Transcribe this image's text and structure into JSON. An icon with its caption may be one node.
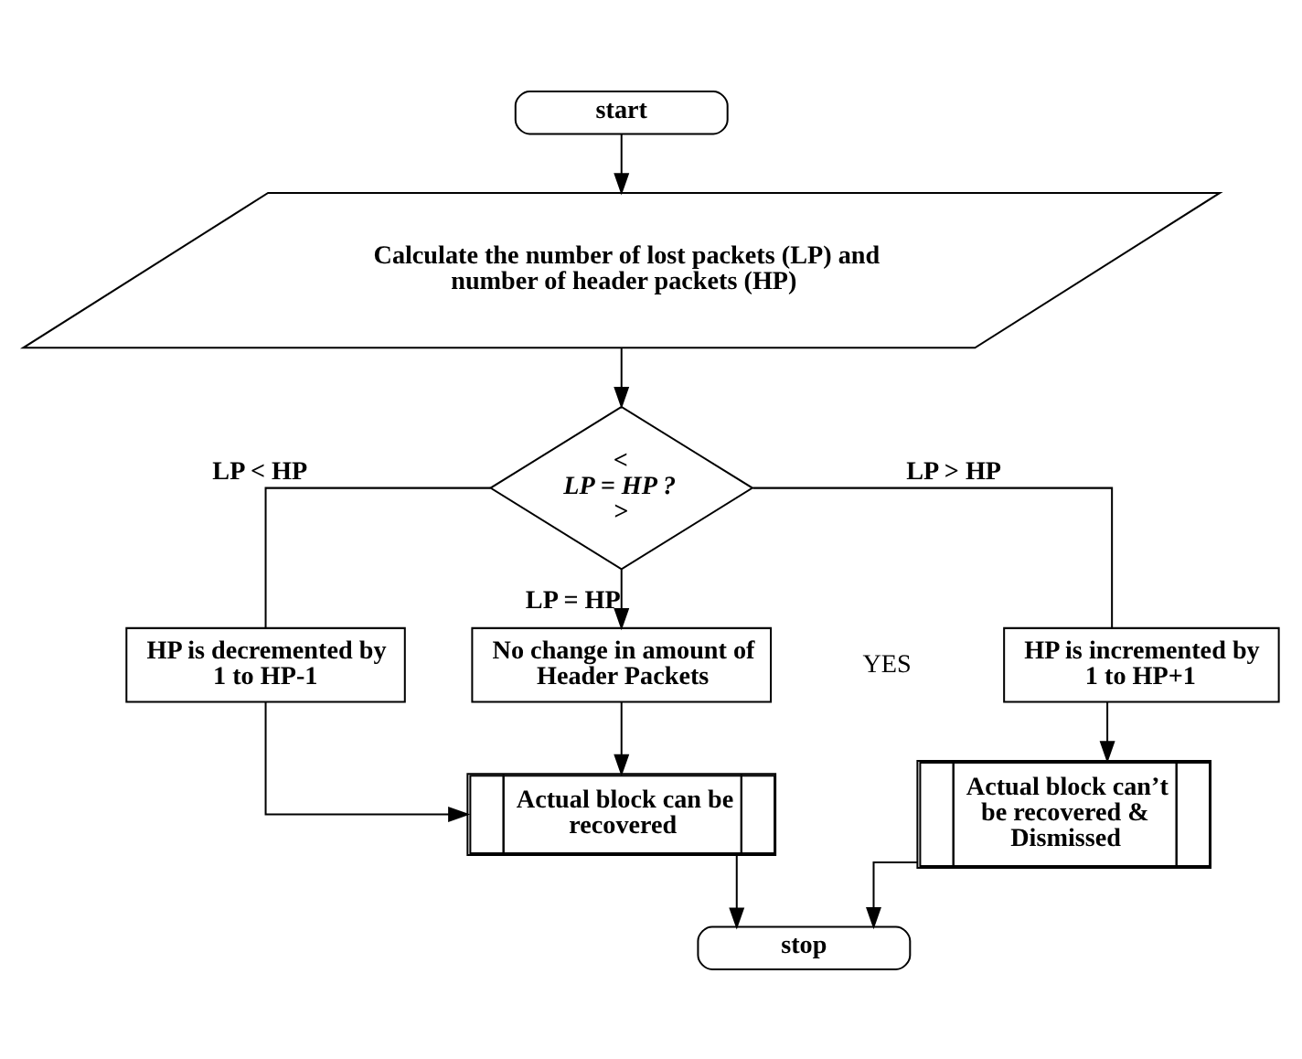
{
  "diagram": {
    "nodes": [
      {
        "text": [
          "start"
        ]
      },
      {
        "text": [
          "Calculate the number of lost packets (LP) and number of header packets (HP)"
        ]
      },
      {
        "text": [
          "<",
          "LP = HP ?",
          ">"
        ]
      },
      {
        "text": [
          "HP is decremented by 1 to HP-1"
        ]
      },
      {
        "text": [
          "HP is incremented by 1 to HP+1"
        ]
      },
      {
        "text": [
          "No change in amount of Header Packets"
        ]
      },
      {
        "text": [
          "Actual block can be recovered"
        ]
      },
      {
        "text": [
          "Actual block can’t be recovered & Dismissed"
        ]
      },
      {
        "text": [
          "stop"
        ]
      }
    ],
    "edges": [
      {
        "from": 0,
        "to": 1,
        "arrow": "to"
      },
      {
        "from": 1,
        "to": 2,
        "arrow": "to"
      },
      {
        "from": 2,
        "to": 3,
        "arrow": "none",
        "label": "LP < HP"
      },
      {
        "from": 2,
        "to": 5,
        "arrow": "to",
        "label": "LP = HP"
      },
      {
        "from": 2,
        "to": 4,
        "arrow": "none",
        "label": "LP > HP"
      },
      {
        "from": 3,
        "to": 6,
        "arrow": "to"
      },
      {
        "from": 5,
        "to": 6,
        "arrow": "to"
      },
      {
        "from": 4,
        "to": 7,
        "arrow": "to"
      },
      {
        "from": 6,
        "to": 8,
        "arrow": "to"
      },
      {
        "from": 7,
        "to": 8,
        "arrow": "to"
      }
    ],
    "labels": [
      "YES"
    ]
  }
}
